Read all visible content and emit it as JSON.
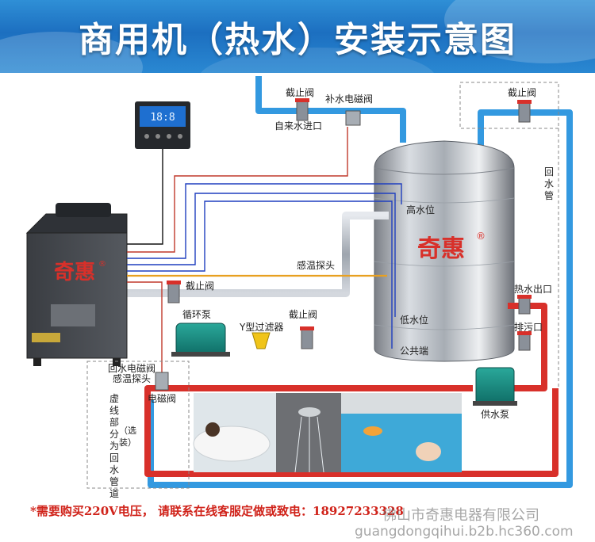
{
  "title": "商用机（热水）安装示意图",
  "brand": "奇惠",
  "brand_mark": "®",
  "controller_display": "18:8",
  "labels": {
    "shutoff_valve": "截止阀",
    "makeup_solenoid": "补水电磁阀",
    "tap_inlet": "自来水进口",
    "high_level": "高水位",
    "temp_probe": "感温探头",
    "low_level": "低水位",
    "common": "公共端",
    "circ_pump": "循环泵",
    "y_filter": "Y型过滤器",
    "return_solenoid": "回水电磁阀",
    "return_probe": "感温探头",
    "solenoid": "电磁阀",
    "hot_outlet": "热水出口",
    "drain": "排污口",
    "supply_pump": "供水泵",
    "return_pipe": "回水管",
    "dashed_note": "虚线部分为回水管道",
    "optional": "（选装）"
  },
  "notice": "*需要购买220V电压， 请联系在线客服定做或致电：18927233328",
  "watermark_line1": "佛山市奇惠电器有限公司",
  "watermark_line2": "guangdongqihui.b2b.hc360.com",
  "colors": {
    "cold_pipe": "#3399e0",
    "hot_pipe": "#d8302a",
    "return_pipe": "#b9bfc8",
    "brand_red": "#d0231a"
  }
}
